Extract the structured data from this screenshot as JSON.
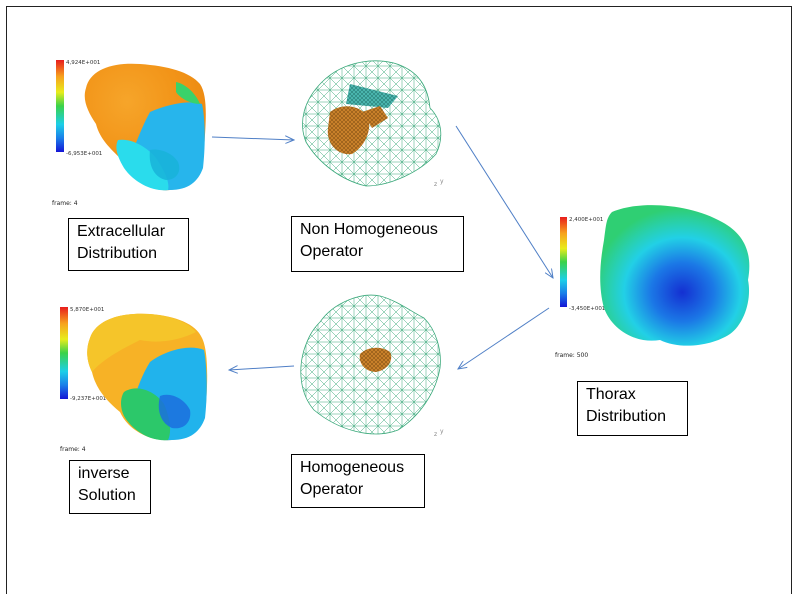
{
  "panels": {
    "extracellular": {
      "scale_max": "4,924E+001",
      "scale_min": "-6,953E+001",
      "frame": "frame: 4",
      "label_line1": "Extracellular",
      "label_line2": "Distribution"
    },
    "non_homogeneous": {
      "label_line1": "Non Homogeneous",
      "label_line2": "Operator"
    },
    "thorax": {
      "scale_max": "2,400E+001",
      "scale_min": "-3,450E+001",
      "frame": "frame: 500",
      "label_line1": "Thorax",
      "label_line2": "Distribution"
    },
    "homogeneous": {
      "label_line1": "Homogeneous",
      "label_line2": "Operator"
    },
    "inverse": {
      "scale_max": "5,870E+001",
      "scale_min": "-9,237E+001",
      "frame": "frame: 4",
      "label_line1": "inverse",
      "label_line2": "Solution"
    }
  },
  "colors": {
    "arrow": "#4f7fc6",
    "mesh": "#3aa87a",
    "heart_orange": "#f39a1c",
    "heart_cyan": "#27d4ec",
    "thorax_green": "#2fcf73",
    "thorax_blue": "#1a3fd6"
  }
}
